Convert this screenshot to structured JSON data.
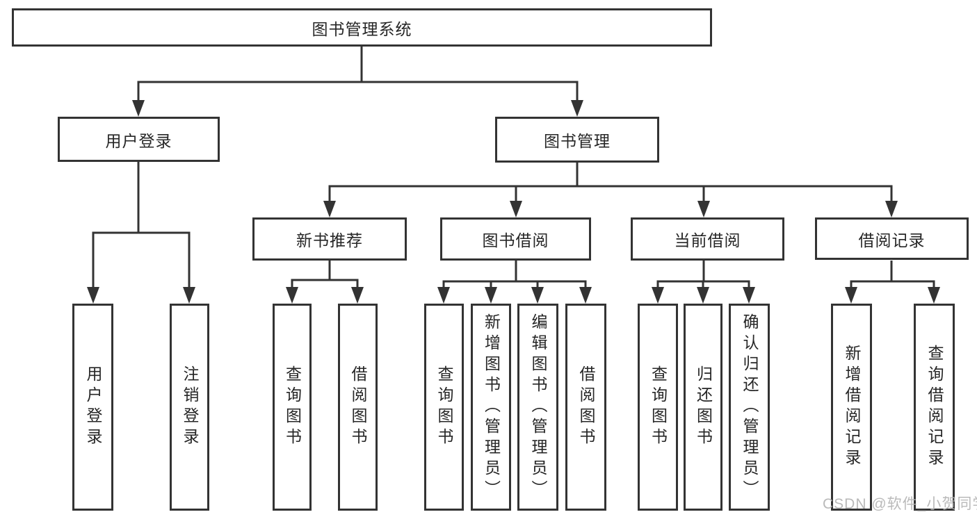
{
  "tree": {
    "label": "图书管理系统",
    "children": [
      {
        "label": "用户登录",
        "children": [
          {
            "label": "用户登录"
          },
          {
            "label": "注销登录"
          }
        ]
      },
      {
        "label": "图书管理",
        "children": [
          {
            "label": "新书推荐",
            "children": [
              {
                "label": "查询图书"
              },
              {
                "label": "借阅图书"
              }
            ]
          },
          {
            "label": "图书借阅",
            "children": [
              {
                "label": "查询图书"
              },
              {
                "label": "新增图书（管理员）"
              },
              {
                "label": "编辑图书（管理员）"
              },
              {
                "label": "借阅图书"
              }
            ]
          },
          {
            "label": "当前借阅",
            "children": [
              {
                "label": "查询图书"
              },
              {
                "label": "归还图书"
              },
              {
                "label": "确认归还（管理员）"
              }
            ]
          },
          {
            "label": "借阅记录",
            "children": [
              {
                "label": "新增借阅记录"
              },
              {
                "label": "查询借阅记录"
              }
            ]
          }
        ]
      }
    ]
  },
  "watermark": {
    "text": "CSDN @软件_小贺同学"
  },
  "colors": {
    "line": "#333333",
    "node_border": "#333333",
    "text": "#262626",
    "watermark": "#b3b3b3",
    "background": "#ffffff"
  }
}
